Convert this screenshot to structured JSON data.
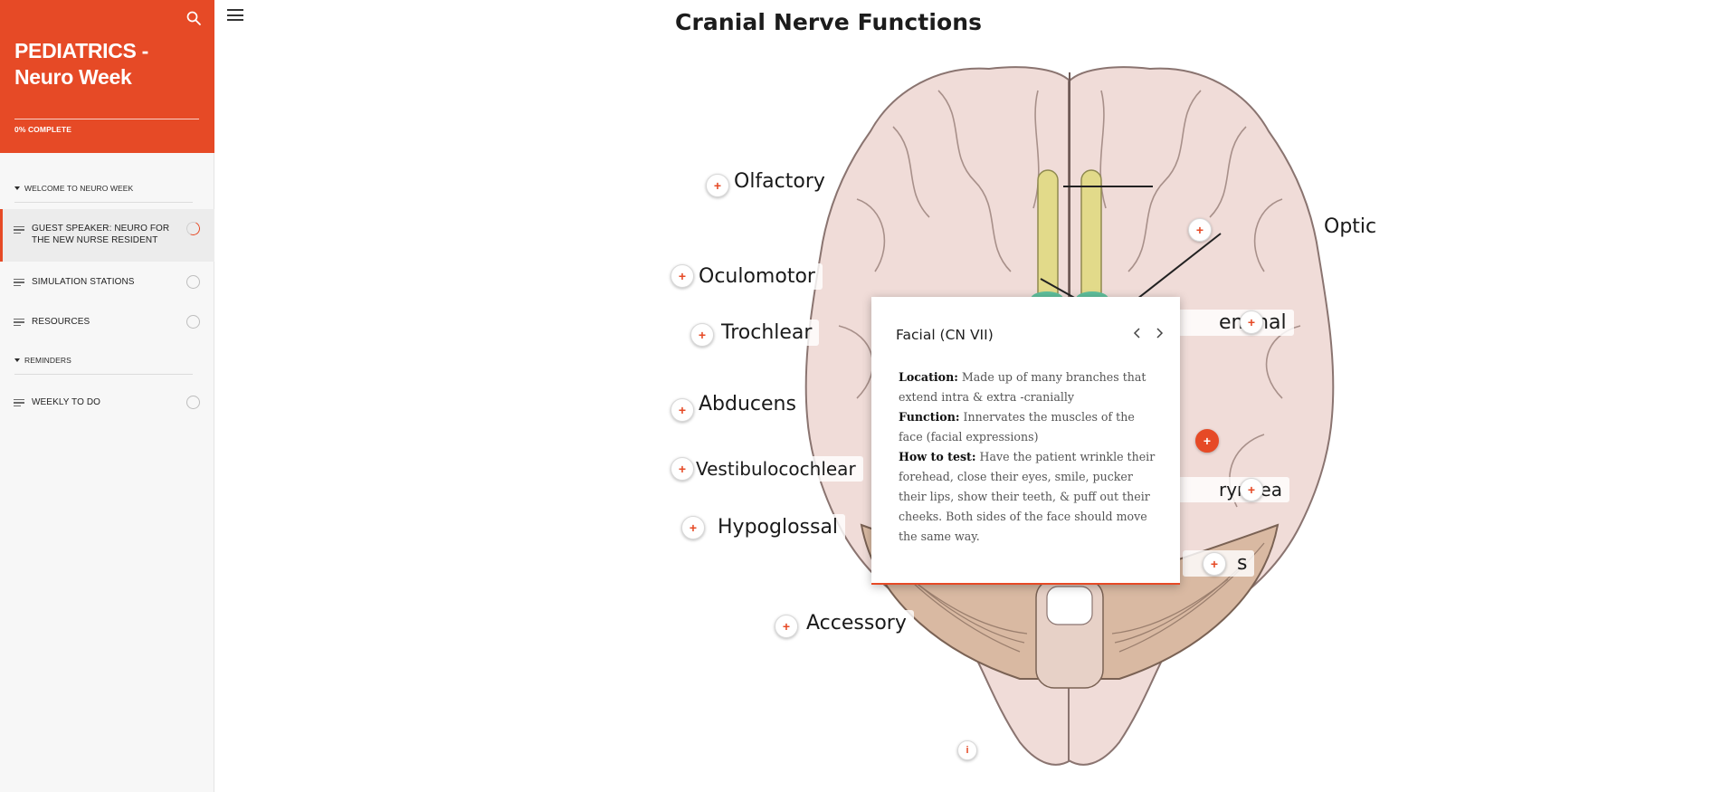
{
  "sidebar": {
    "title": "PEDIATRICS - Neuro Week",
    "progress_text": "0% COMPLETE",
    "progress": 0,
    "search_icon": "search-icon",
    "sections": [
      {
        "label": "WELCOME TO NEURO WEEK",
        "items": [
          {
            "label": "GUEST SPEAKER: NEURO FOR THE NEW NURSE RESIDENT",
            "status": "in-progress",
            "active": true
          },
          {
            "label": "SIMULATION STATIONS",
            "status": "not-started"
          },
          {
            "label": "RESOURCES",
            "status": "not-started"
          }
        ]
      },
      {
        "label": "REMINDERS",
        "items": [
          {
            "label": "WEEKLY TO DO",
            "status": "not-started"
          }
        ]
      }
    ]
  },
  "main": {
    "menu_icon": "hamburger-icon",
    "title": "Cranial Nerve Functions",
    "labels": {
      "olfactory": "Olfactory",
      "optic": "Optic",
      "oculomotor": "Oculomotor",
      "trochlear": "Trochlear",
      "trigeminal_partial": "eminal",
      "abducens": "Abducens",
      "vestibulocochlear": "Vestibulocochlear",
      "glossopharyngeal_partial": "ryngea",
      "hypoglossal": "Hypoglossal",
      "vagus_partial": "s",
      "accessory": "Accessory"
    },
    "hotspot_symbol": "+",
    "info_symbol": "i",
    "popup": {
      "title": "Facial (CN VII)",
      "location_label": "Location:",
      "location_text": " Made up of many branches that extend intra & extra -cranially",
      "function_label": "Function:",
      "function_text": " Innervates the muscles of the face (facial expressions)",
      "test_label": "How to test:",
      "test_text": " Have the patient wrinkle their forehead, close their eyes, smile, pucker their lips, show their teeth, & puff out their cheeks. Both sides of the face should move the same way."
    },
    "colors": {
      "accent": "#e64a26",
      "brain": "#f0dcd8",
      "cerebellum": "#d9b9a2",
      "olfactory_bulb": "#e2da8a",
      "brainstem": "#5ebde8"
    }
  }
}
